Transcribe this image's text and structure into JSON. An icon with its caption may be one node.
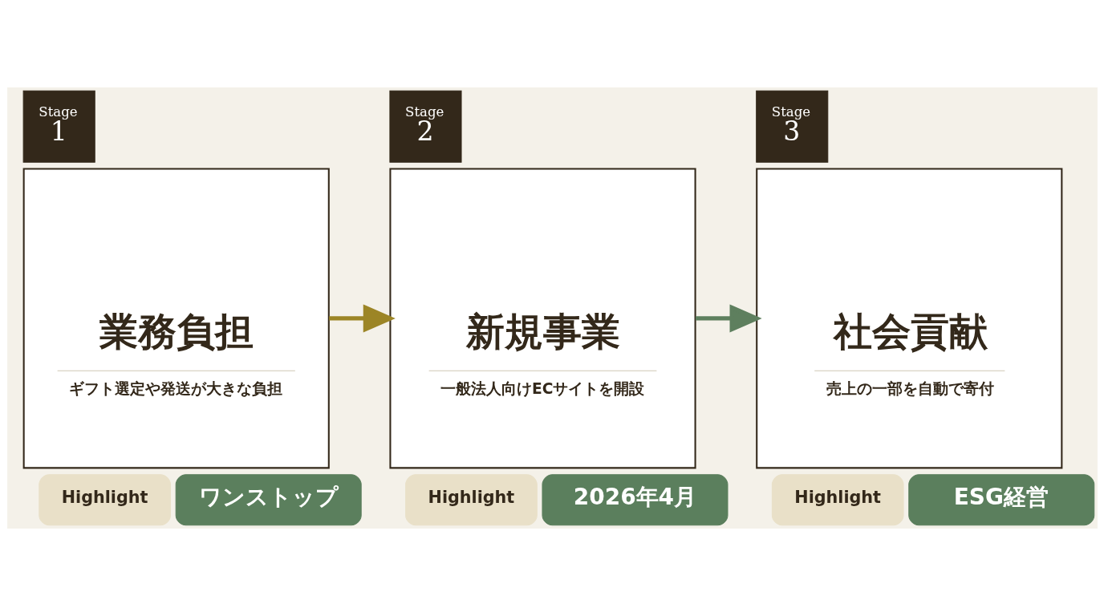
{
  "diagram": {
    "nodes": [
      {
        "text": [
          "Stage",
          "1"
        ]
      },
      {
        "text": [
          "業務負担",
          "ギフト選定や発送が大きな負担"
        ]
      },
      {
        "text": [
          "Highlight"
        ]
      },
      {
        "text": [
          "ワンストップ"
        ]
      },
      {
        "text": [
          "Stage",
          "2"
        ]
      },
      {
        "text": [
          "新規事業",
          "一般法人向けECサイトを開設"
        ]
      },
      {
        "text": [
          "Highlight"
        ]
      },
      {
        "text": [
          "2026年4月"
        ]
      },
      {
        "text": [
          "Stage",
          "3"
        ]
      },
      {
        "text": [
          "社会貢献",
          "売上の一部を自動で寄付"
        ]
      },
      {
        "text": [
          "Highlight"
        ]
      },
      {
        "text": [
          "ESG経営"
        ]
      }
    ],
    "edges": [
      {
        "from": 1,
        "to": 5,
        "arrow": "to",
        "color": "#9c8526"
      },
      {
        "from": 5,
        "to": 9,
        "arrow": "to",
        "color": "#5e7f5e"
      }
    ]
  }
}
